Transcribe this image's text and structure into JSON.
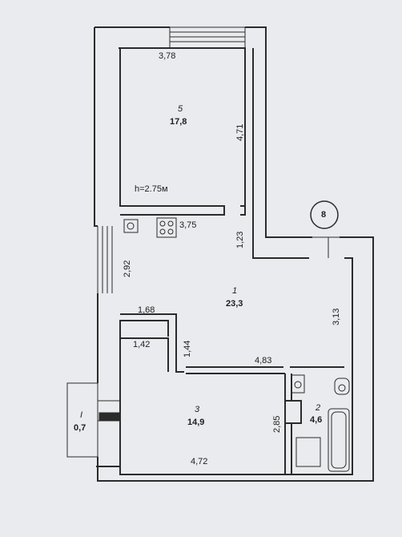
{
  "rooms": [
    {
      "number": "5",
      "area": "17,8"
    },
    {
      "number": "1",
      "area": "23,3"
    },
    {
      "number": "3",
      "area": "14,9"
    },
    {
      "number": "2",
      "area": "4,6"
    },
    {
      "number": "I",
      "area": "0,7"
    }
  ],
  "dimensions": {
    "d378": "3,78",
    "d471": "4,71",
    "d375": "3,75",
    "d123": "1,23",
    "d292": "2,92",
    "d168": "1,68",
    "d313": "3,13",
    "d142": "1,42",
    "d144": "1,44",
    "d483": "4,83",
    "d285": "2,85",
    "d472": "4,72"
  },
  "ceiling_height": "h=2.75м",
  "riser_marker": "8",
  "colors": {
    "wall": "#2b2b2b",
    "paper": "#e9ebee"
  }
}
